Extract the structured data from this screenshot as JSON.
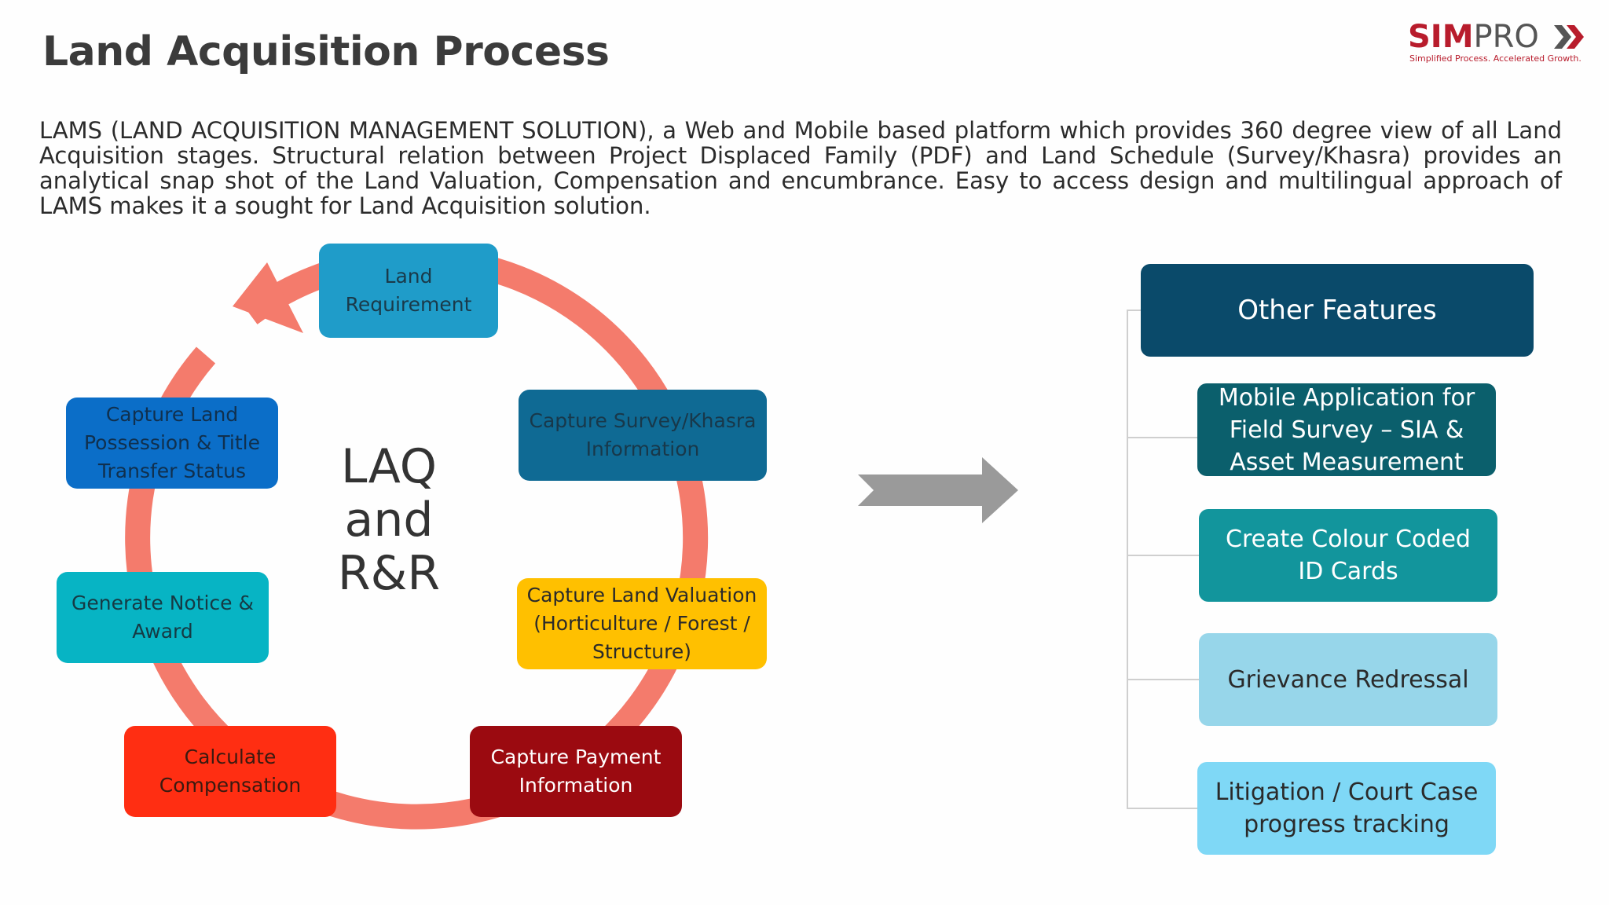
{
  "header": {
    "title": "Land Acquisition Process"
  },
  "logo": {
    "brand_part1": "SIM",
    "brand_part2": "PRO",
    "tagline": "Simplified Process. Accelerated Growth."
  },
  "intro": {
    "text": "LAMS (LAND ACQUISITION MANAGEMENT SOLUTION), a Web and Mobile based platform which provides 360 degree view of all Land Acquisition stages. Structural relation between Project Displaced Family (PDF) and Land Schedule (Survey/Khasra) provides an analytical snap shot of the Land Valuation, Compensation and encumbrance. Easy to access design and multilingual approach of LAMS makes it a sought for Land Acquisition solution."
  },
  "cycle": {
    "center_line1": "LAQ",
    "center_line2": "and",
    "center_line3": "R&R",
    "ring_color": "#f47b6c",
    "steps": [
      {
        "label": "Land Requirement",
        "color": "#1f9cc9",
        "text_color": "#1a3a4a"
      },
      {
        "label": "Capture Survey/Khasra Information",
        "color": "#0f6a94",
        "text_color": "#18384a"
      },
      {
        "label": "Capture Land Valuation (Horticulture / Forest / Structure)",
        "color": "#ffc000",
        "text_color": "#2a2a2a"
      },
      {
        "label": "Capture Payment Information",
        "color": "#9b0a10",
        "text_color": "#ffffff"
      },
      {
        "label": "Calculate Compensation",
        "color": "#ff2e12",
        "text_color": "#3a1a10"
      },
      {
        "label": "Generate Notice & Award",
        "color": "#07b4c4",
        "text_color": "#163a44"
      },
      {
        "label": "Capture Land Possession & Title Transfer Status",
        "color": "#0b6ec8",
        "text_color": "#10304e"
      }
    ]
  },
  "features": {
    "header": {
      "label": "Other Features",
      "color": "#0a4a6a",
      "text_color": "#ffffff"
    },
    "arrow_color": "#9a9a9a",
    "items": [
      {
        "label": "Mobile Application for Field Survey – SIA & Asset Measurement",
        "color": "#0b5f6c",
        "text_color": "#ffffff"
      },
      {
        "label": "Create Colour Coded ID Cards",
        "color": "#12959c",
        "text_color": "#ffffff"
      },
      {
        "label": "Grievance Redressal",
        "color": "#97d6ea",
        "text_color": "#2a2a2a"
      },
      {
        "label": "Litigation / Court Case progress tracking",
        "color": "#7fd8f6",
        "text_color": "#2a2a2a"
      }
    ]
  }
}
